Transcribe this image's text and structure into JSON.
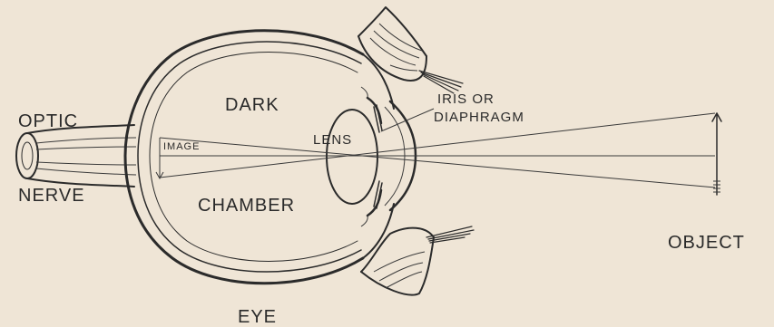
{
  "labels": {
    "optic": "OPTIC",
    "nerve": "NERVE",
    "dark": "DARK",
    "chamber": "CHAMBER",
    "lens": "LENS",
    "image": "IMAGE",
    "iris_line1": "IRIS OR",
    "iris_line2": "DIAPHRAGM",
    "object": "OBJECT",
    "eye": "EYE"
  },
  "colors": {
    "paper": "#efe5d6",
    "ink": "#2b2b2b"
  }
}
